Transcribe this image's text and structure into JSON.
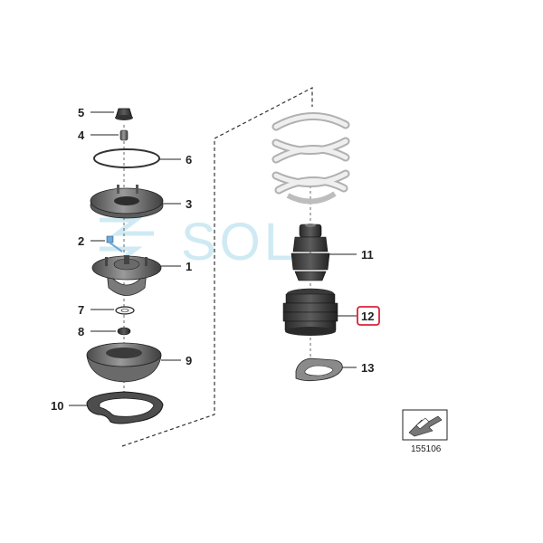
{
  "diagram": {
    "callouts": [
      {
        "id": "1",
        "label": "1"
      },
      {
        "id": "2",
        "label": "2"
      },
      {
        "id": "3",
        "label": "3"
      },
      {
        "id": "4",
        "label": "4"
      },
      {
        "id": "5",
        "label": "5"
      },
      {
        "id": "6",
        "label": "6"
      },
      {
        "id": "7",
        "label": "7"
      },
      {
        "id": "8",
        "label": "8"
      },
      {
        "id": "9",
        "label": "9"
      },
      {
        "id": "10",
        "label": "10"
      },
      {
        "id": "11",
        "label": "11"
      },
      {
        "id": "12",
        "label": "12",
        "highlighted": true
      },
      {
        "id": "13",
        "label": "13"
      }
    ],
    "reference_number": "155106",
    "watermark": "SOL",
    "highlight_color": "#d9233a",
    "accent_color": "#6fa9d6"
  }
}
